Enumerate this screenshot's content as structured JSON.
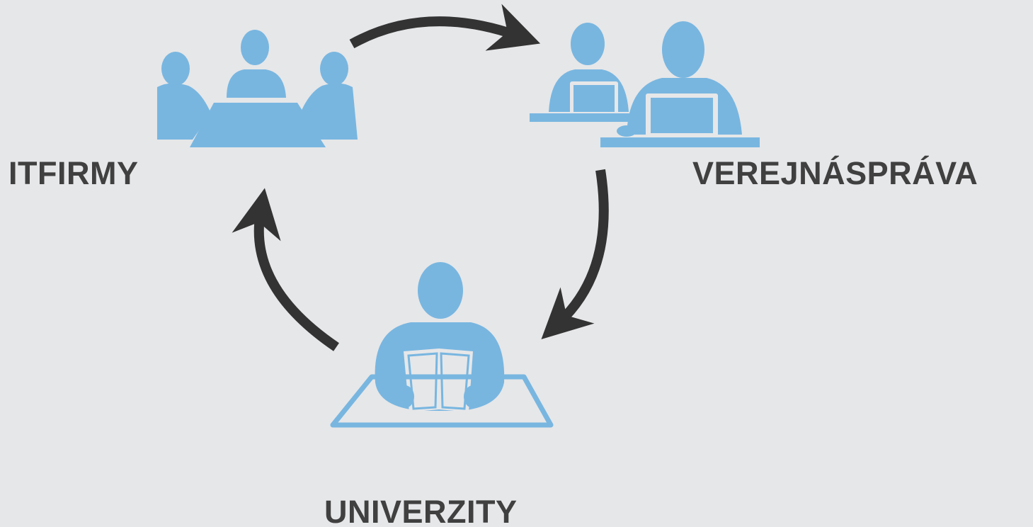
{
  "diagram": {
    "nodes": [
      {
        "id": "it",
        "label": "ITFIRMY",
        "icon": "meeting-icon"
      },
      {
        "id": "gov",
        "label": "VEREJNÁSPRÁVA",
        "icon": "laptop-workers-icon"
      },
      {
        "id": "uni",
        "label": "UNIVERZITY",
        "icon": "reading-student-icon"
      }
    ],
    "edges": [
      {
        "from": "it",
        "to": "gov"
      },
      {
        "from": "gov",
        "to": "uni"
      },
      {
        "from": "uni",
        "to": "it"
      }
    ],
    "colors": {
      "background": "#e6e7e9",
      "icon": "#78b6e0",
      "arrow": "#333333",
      "text": "#404040"
    }
  }
}
